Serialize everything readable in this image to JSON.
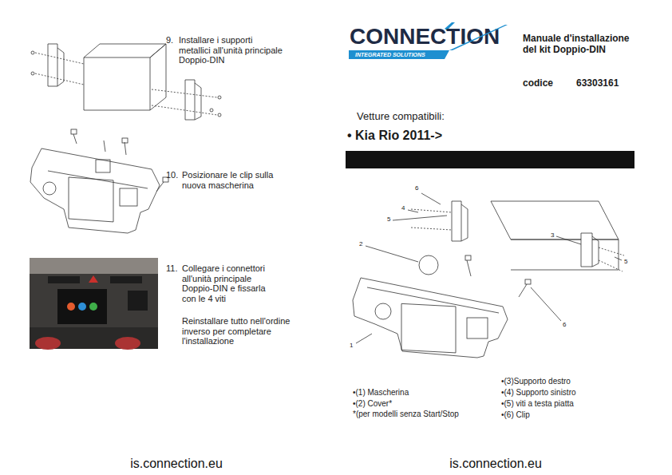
{
  "diagram": {
    "title": "Manuale d'installazione del kit Doppio-DIN",
    "nodes": [
      {
        "text": [
          "INTEGRATED SOLUTIONS"
        ]
      }
    ],
    "labels": [
      "9.",
      "Installare i supporti metallici all'unità principale Doppio-DIN",
      "10.",
      "Posizionare le clip sulla nuova mascherina",
      "11.",
      "Collegare i connettori all'unità principale Doppio-DIN e fissarla con le 4 viti",
      "Reinstallare tutto nell'ordine inverso per completare l'installazione",
      "CONNECTION",
      "codice",
      "63303161",
      "Vetture compatibili:",
      "• Kia Rio 2011->",
      "6",
      "4",
      "2",
      "5",
      "3",
      "5",
      "1",
      "6",
      "•(1) Mascherina",
      "•(2) Cover*",
      "*(per modelli senza Start/Stop",
      "•(3)Supporto destro",
      "•(4) Supporto sinistro",
      "•(5) viti a testa piatta",
      "•(6) Clip",
      "is.connection.eu",
      "is.connection.eu"
    ]
  }
}
